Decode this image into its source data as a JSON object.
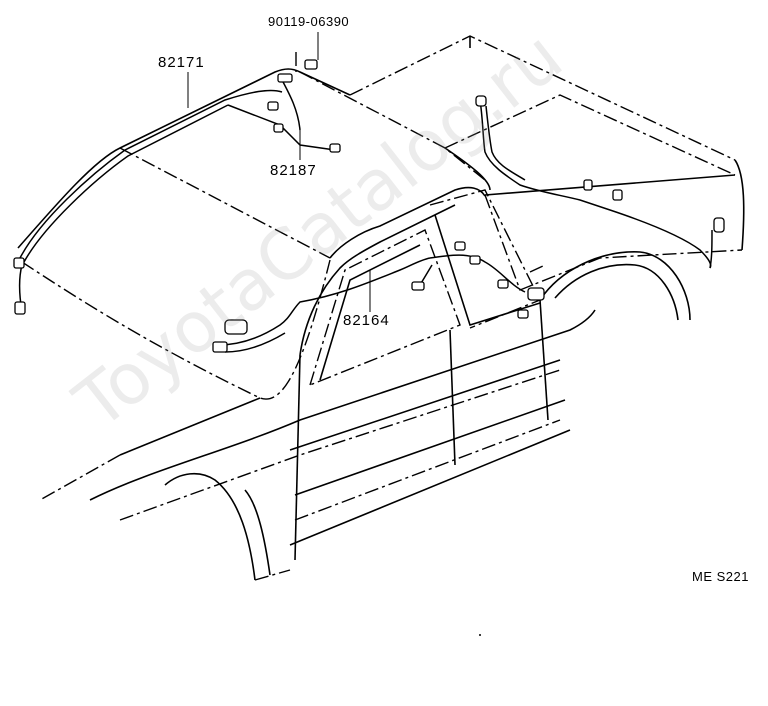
{
  "diagram": {
    "parts": {
      "harness_roof": "82171",
      "bolt": "90119-06390",
      "harness_rear": "82187",
      "harness_door": "82164"
    },
    "figure_code": "ME S221",
    "watermark": "ToyotaCatalog.ru"
  }
}
